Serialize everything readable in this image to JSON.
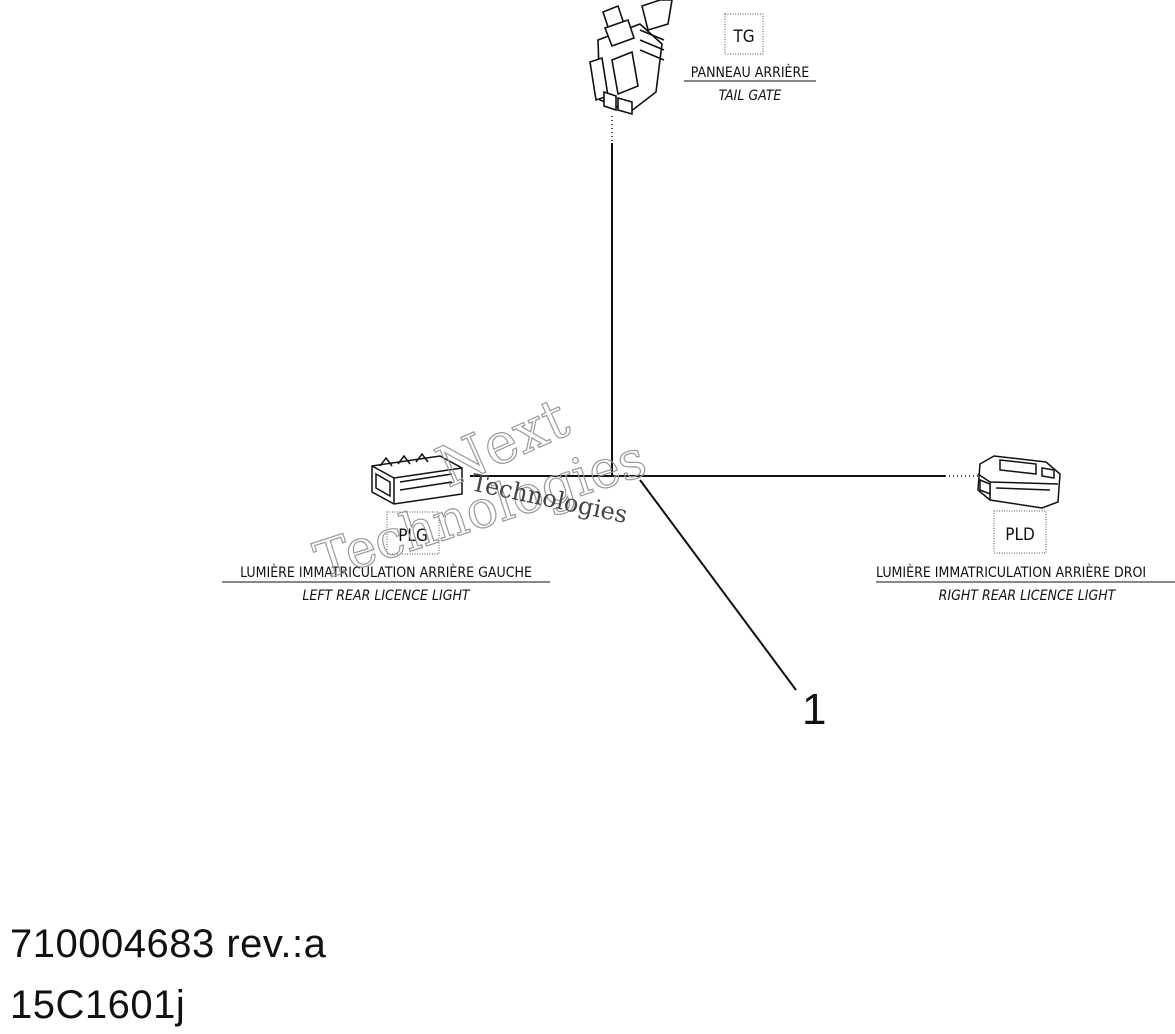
{
  "connectors": {
    "tail_gate": {
      "code": "TG",
      "label_fr": "PANNEAU ARRIÈRE",
      "label_en": "TAIL GATE"
    },
    "left_rear": {
      "code": "PLG",
      "label_fr": "LUMIÈRE IMMATRICULATION ARRIÈRE GAUCHE",
      "label_en": "LEFT REAR LICENCE LIGHT"
    },
    "right_rear": {
      "code": "PLD",
      "label_fr": "LUMIÈRE IMMATRICULATION ARRIÈRE DROI",
      "label_en": "RIGHT REAR LICENCE LIGHT"
    }
  },
  "callout": {
    "number": "1"
  },
  "footer": {
    "part_number": "710004683 rev.:a",
    "drawing_code": "15C1601j"
  },
  "watermark": {
    "line1": "Next",
    "line2": "Technologies",
    "line3": "Technologies"
  },
  "colors": {
    "line": "#111111",
    "watermark": "#9a9a9a"
  }
}
